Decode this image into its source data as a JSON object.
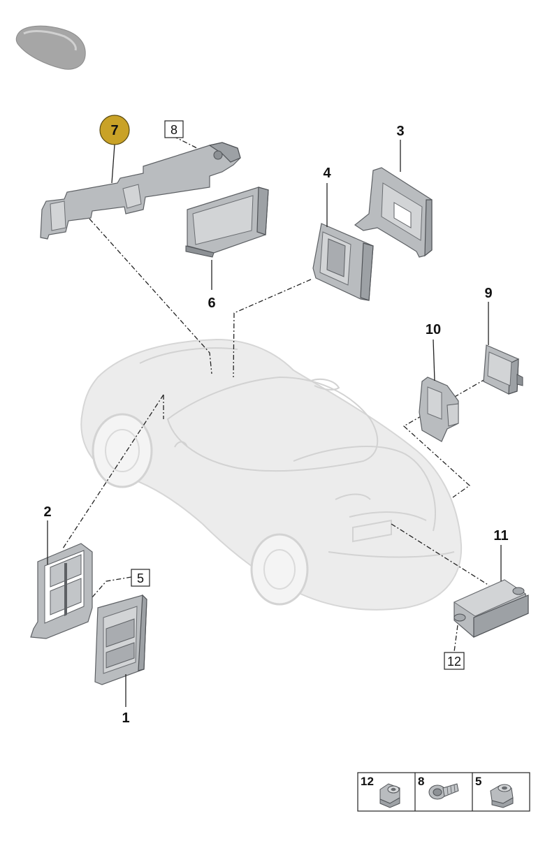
{
  "callouts": {
    "c1": "1",
    "c2": "2",
    "c3": "3",
    "c4": "4",
    "c5": "5",
    "c6": "6",
    "c7": "7",
    "c8": "8",
    "c9": "9",
    "c10": "10",
    "c11": "11",
    "c12": "12"
  },
  "legend": {
    "fasteners": [
      {
        "number": "12",
        "icon": "collar-nut-icon"
      },
      {
        "number": "8",
        "icon": "flange-bolt-icon"
      },
      {
        "number": "5",
        "icon": "collar-nut-icon"
      }
    ]
  },
  "colors": {
    "highlight_badge": "#c9a227",
    "part_fill": "#b9bcbf",
    "car_fill": "#ececec"
  }
}
